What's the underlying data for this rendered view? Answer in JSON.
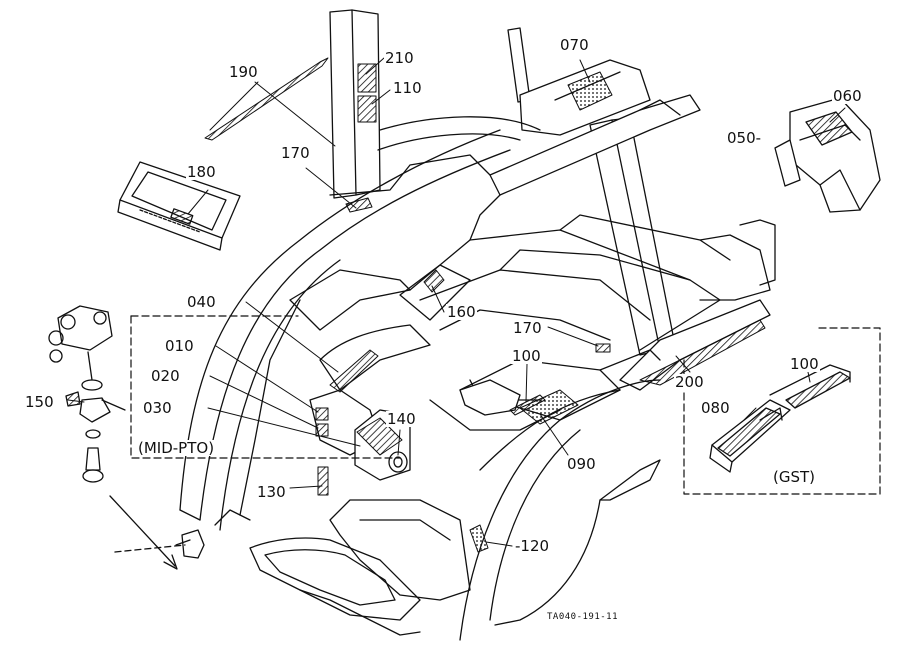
{
  "diagram": {
    "callouts": {
      "c010": "010",
      "c020": "020",
      "c030": "030",
      "c040": "040",
      "c050": "050-",
      "c060": "060",
      "c070": "070",
      "c080": "080",
      "c090": "090",
      "c100a": "100",
      "c100b": "100",
      "c110": "110",
      "c120": "-120",
      "c130": "130",
      "c140": "140",
      "c150": "150",
      "c160": "160",
      "c170a": "170",
      "c170b": "170",
      "c180": "180",
      "c190": "190",
      "c200": "200",
      "c210": "210"
    },
    "group_labels": {
      "mid_pto": "(MID-PTO)",
      "gst": "(GST)"
    },
    "figure_code": "TA040-191-11"
  }
}
